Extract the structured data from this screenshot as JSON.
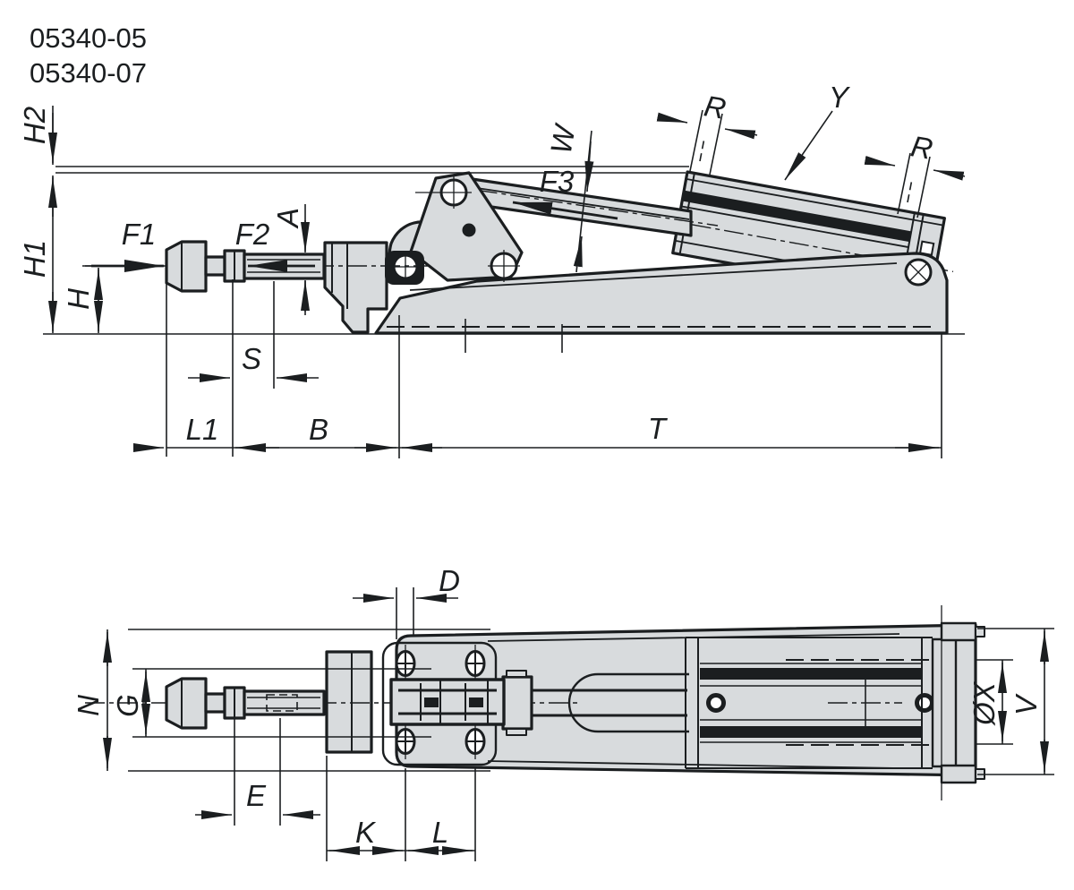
{
  "part_numbers": [
    "05340-05",
    "05340-07"
  ],
  "top_view": {
    "labels": {
      "h2": "H2",
      "h1": "H1",
      "h": "H",
      "f1": "F1",
      "f2": "F2",
      "a": "A",
      "s": "S",
      "l1": "L1",
      "b": "B",
      "t": "T",
      "f3": "F3",
      "w": "W",
      "r_left": "R",
      "r_right": "R",
      "y": "Y"
    }
  },
  "bottom_view": {
    "labels": {
      "d": "D",
      "n": "N",
      "g": "G",
      "e": "E",
      "k": "K",
      "l": "L",
      "diameter_x": "ØX",
      "v": "V"
    }
  },
  "colors": {
    "line": "#1b1e20",
    "part_fill": "#d8dbdd",
    "background": "#ffffff"
  }
}
